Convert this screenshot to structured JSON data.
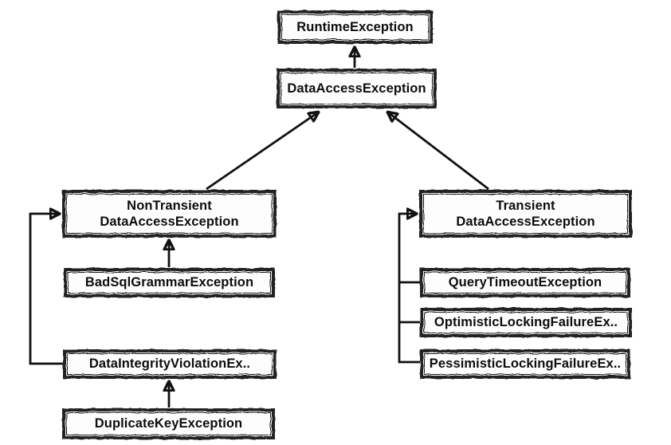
{
  "diagram": {
    "type": "class-hierarchy",
    "colors": {
      "background": "#ffffff",
      "box_fill": "#fdfdfd",
      "box_border": "#242424",
      "text": "#0d0d0d",
      "line": "#111111"
    },
    "nodes": {
      "runtime": {
        "line1": "RuntimeException",
        "line2": ""
      },
      "dataaccess": {
        "line1": "DataAccessException",
        "line2": ""
      },
      "nontransient": {
        "line1": "NonTransient",
        "line2": "DataAccessException"
      },
      "badsql": {
        "line1": "BadSqlGrammarException",
        "line2": ""
      },
      "dataintegrity": {
        "line1": "DataIntegrityViolationEx..",
        "line2": ""
      },
      "duplicatekey": {
        "line1": "DuplicateKeyException",
        "line2": ""
      },
      "transient": {
        "line1": "Transient",
        "line2": "DataAccessException"
      },
      "querytimeout": {
        "line1": "QueryTimeoutException",
        "line2": ""
      },
      "optimistic": {
        "line1": "OptimisticLockingFailureEx..",
        "line2": ""
      },
      "pessimistic": {
        "line1": "PessimisticLockingFailureEx..",
        "line2": ""
      }
    },
    "edges": [
      {
        "from": "DataAccessException",
        "to": "RuntimeException"
      },
      {
        "from": "NonTransientDataAccessException",
        "to": "DataAccessException"
      },
      {
        "from": "TransientDataAccessException",
        "to": "DataAccessException"
      },
      {
        "from": "BadSqlGrammarException",
        "to": "NonTransientDataAccessException"
      },
      {
        "from": "DataIntegrityViolationEx..",
        "to": "NonTransientDataAccessException"
      },
      {
        "from": "DuplicateKeyException",
        "to": "DataIntegrityViolationEx.."
      },
      {
        "from": "QueryTimeoutException",
        "to": "TransientDataAccessException"
      },
      {
        "from": "OptimisticLockingFailureEx..",
        "to": "TransientDataAccessException"
      },
      {
        "from": "PessimisticLockingFailureEx..",
        "to": "TransientDataAccessException"
      }
    ]
  }
}
